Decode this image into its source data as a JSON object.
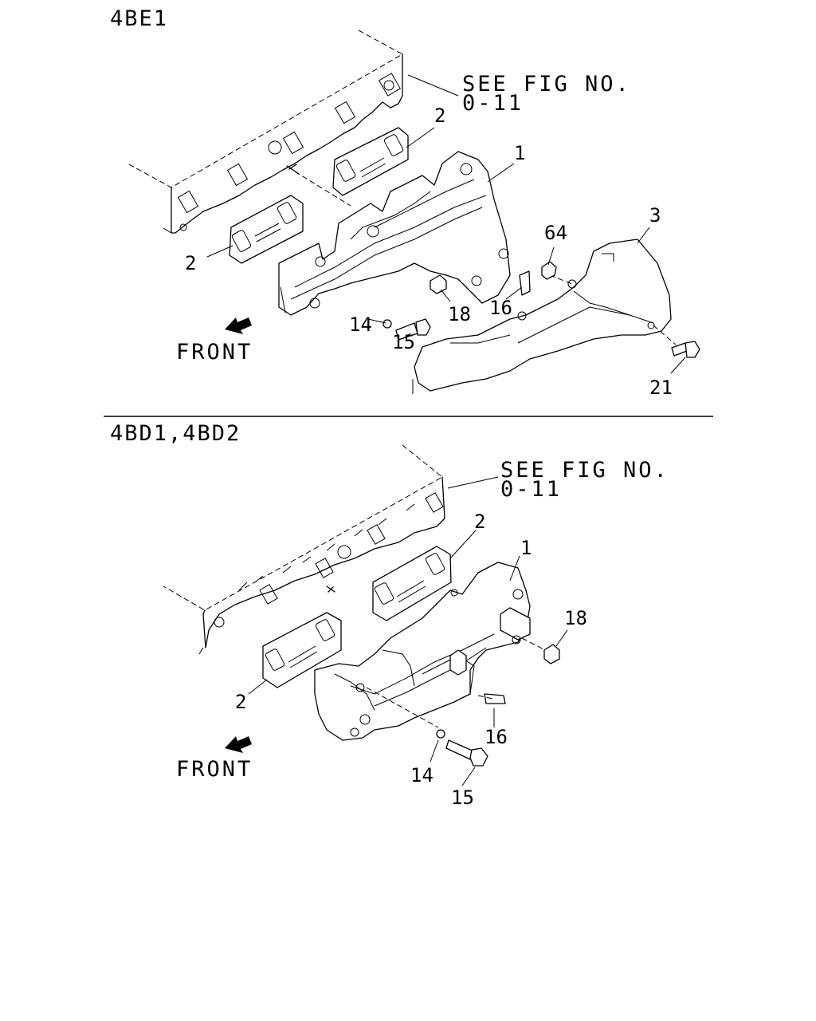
{
  "sections": [
    {
      "title": "4BE1",
      "see_fig": [
        "SEE FIG NO.",
        "0-11"
      ],
      "front_label": "FRONT",
      "callouts": [
        "2",
        "1",
        "64",
        "3",
        "2",
        "16",
        "14",
        "18",
        "15",
        "21"
      ]
    },
    {
      "title": "4BD1,4BD2",
      "see_fig": [
        "SEE FIG NO.",
        "0-11"
      ],
      "front_label": "FRONT",
      "callouts": [
        "2",
        "1",
        "18",
        "2",
        "16",
        "14",
        "15"
      ]
    }
  ]
}
